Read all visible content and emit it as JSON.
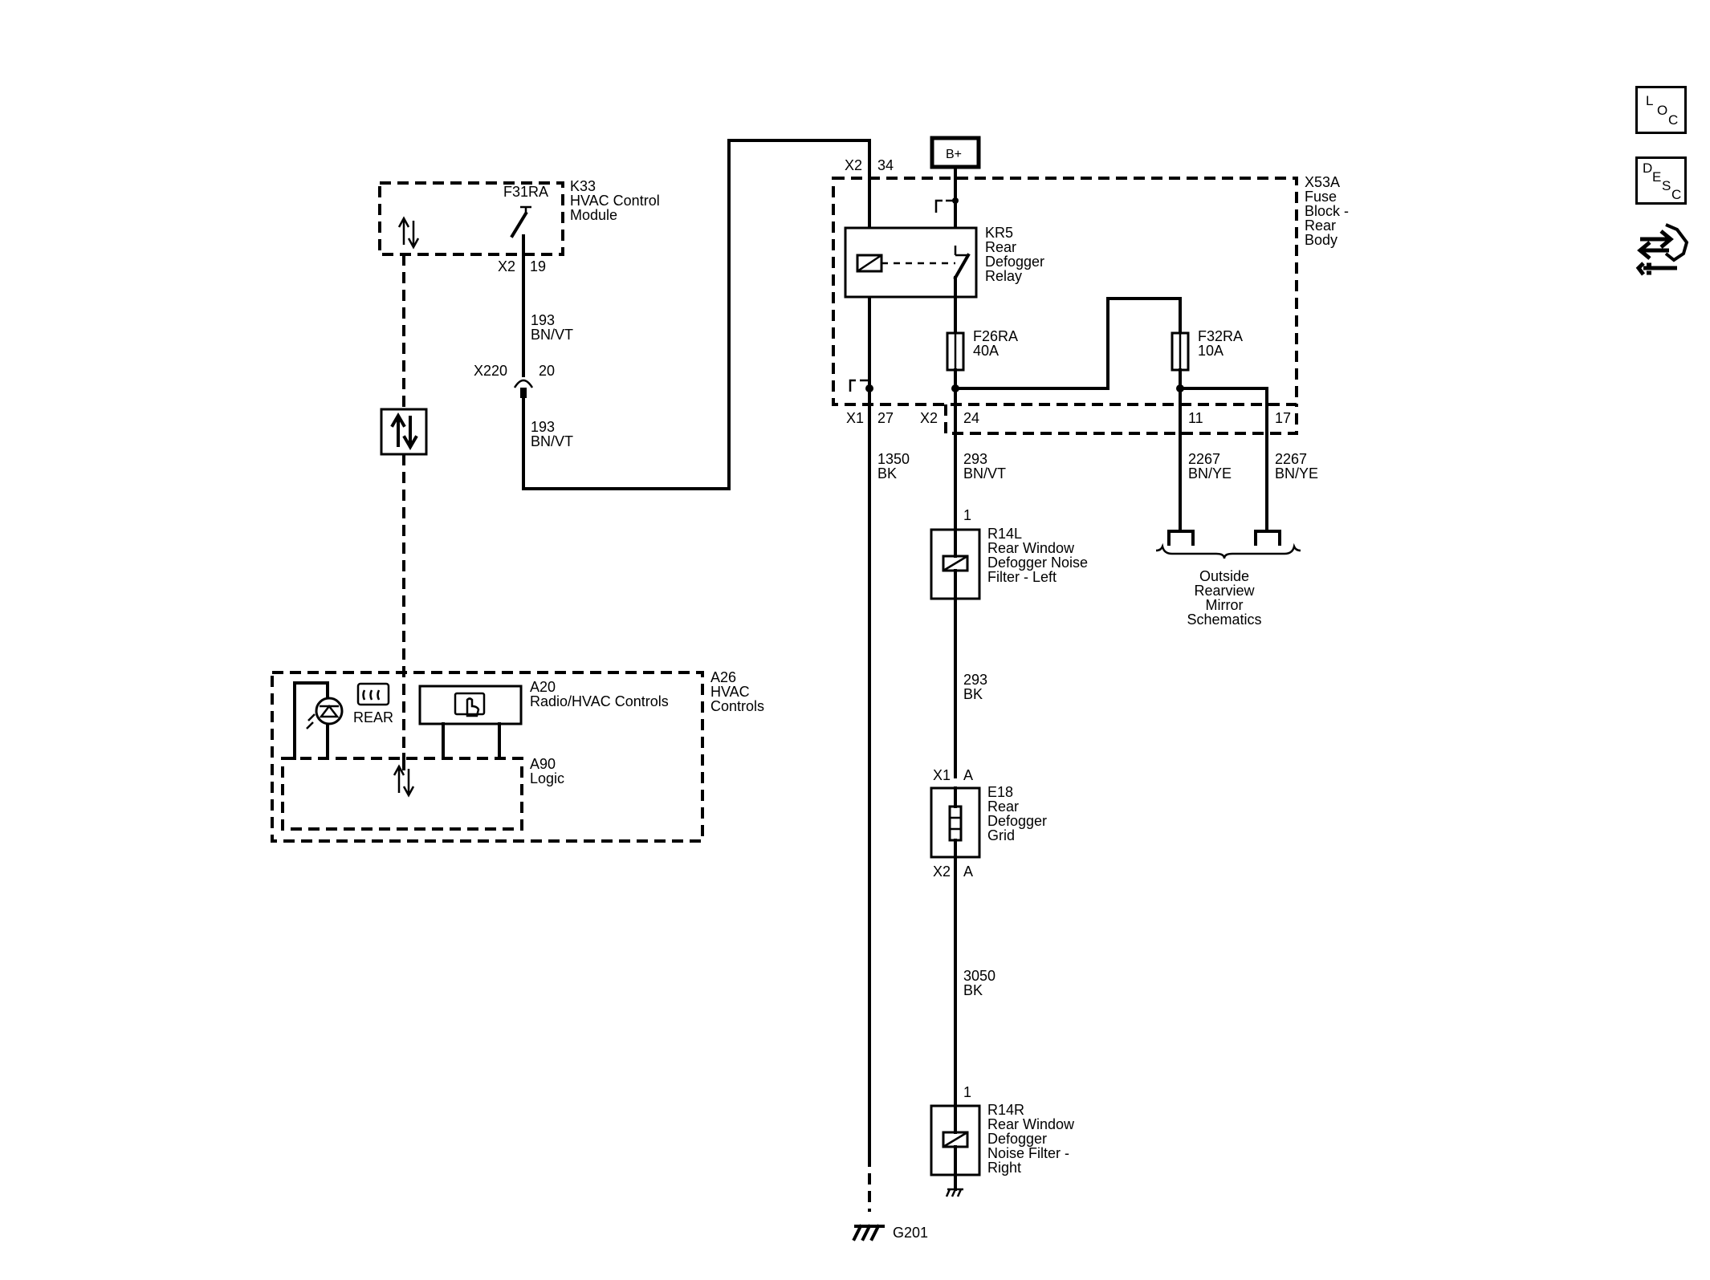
{
  "sidebar": {
    "loc": [
      "L",
      "O",
      "C"
    ],
    "desc": [
      "D",
      "E",
      "S",
      "C"
    ]
  },
  "components": {
    "k33": [
      "K33",
      "HVAC Control",
      "Module"
    ],
    "f31ra": "F31RA",
    "x53a": [
      "X53A",
      "Fuse",
      "Block -",
      "Rear",
      "Body"
    ],
    "kr5": [
      "KR5",
      "Rear",
      "Defogger",
      "Relay"
    ],
    "f26ra": [
      "F26RA",
      "40A"
    ],
    "f32ra": [
      "F32RA",
      "10A"
    ],
    "bplus": "B+",
    "r14l": [
      "R14L",
      "Rear Window",
      "Defogger Noise",
      "Filter - Left"
    ],
    "e18": [
      "E18",
      "Rear",
      "Defogger",
      "Grid"
    ],
    "r14r": [
      "R14R",
      "Rear Window",
      "Defogger",
      "Noise Filter -",
      "Right"
    ],
    "a26": [
      "A26",
      "HVAC",
      "Controls"
    ],
    "a20": [
      "A20",
      "Radio/HVAC Controls"
    ],
    "a90": [
      "A90",
      "Logic"
    ],
    "rear": "REAR",
    "mirror": [
      "Outside",
      "Rearview",
      "Mirror",
      "Schematics"
    ],
    "g201": "G201"
  },
  "connectors": {
    "k33_conn": "X2",
    "k33_pin": "19",
    "x220": "X220",
    "x220_pin": "20",
    "fb_top_conn": "X2",
    "fb_top_pin": "34",
    "fb_x1": "X1",
    "fb_x1_pin": "27",
    "fb_x2": "X2",
    "fb_x2_pin": "24",
    "fb_pin11": "11",
    "fb_pin17": "17",
    "r14l_pin": "1",
    "e18_x1": "X1",
    "e18_x1_pin": "A",
    "e18_x2": "X2",
    "e18_x2_pin": "A",
    "r14r_pin": "1"
  },
  "wires": {
    "w193a": [
      "193",
      "BN/VT"
    ],
    "w193b": [
      "193",
      "BN/VT"
    ],
    "w1350": [
      "1350",
      "BK"
    ],
    "w293a": [
      "293",
      "BN/VT"
    ],
    "w293b": [
      "293",
      "BK"
    ],
    "w2267a": [
      "2267",
      "BN/YE"
    ],
    "w2267b": [
      "2267",
      "BN/YE"
    ],
    "w3050": [
      "3050",
      "BK"
    ]
  }
}
